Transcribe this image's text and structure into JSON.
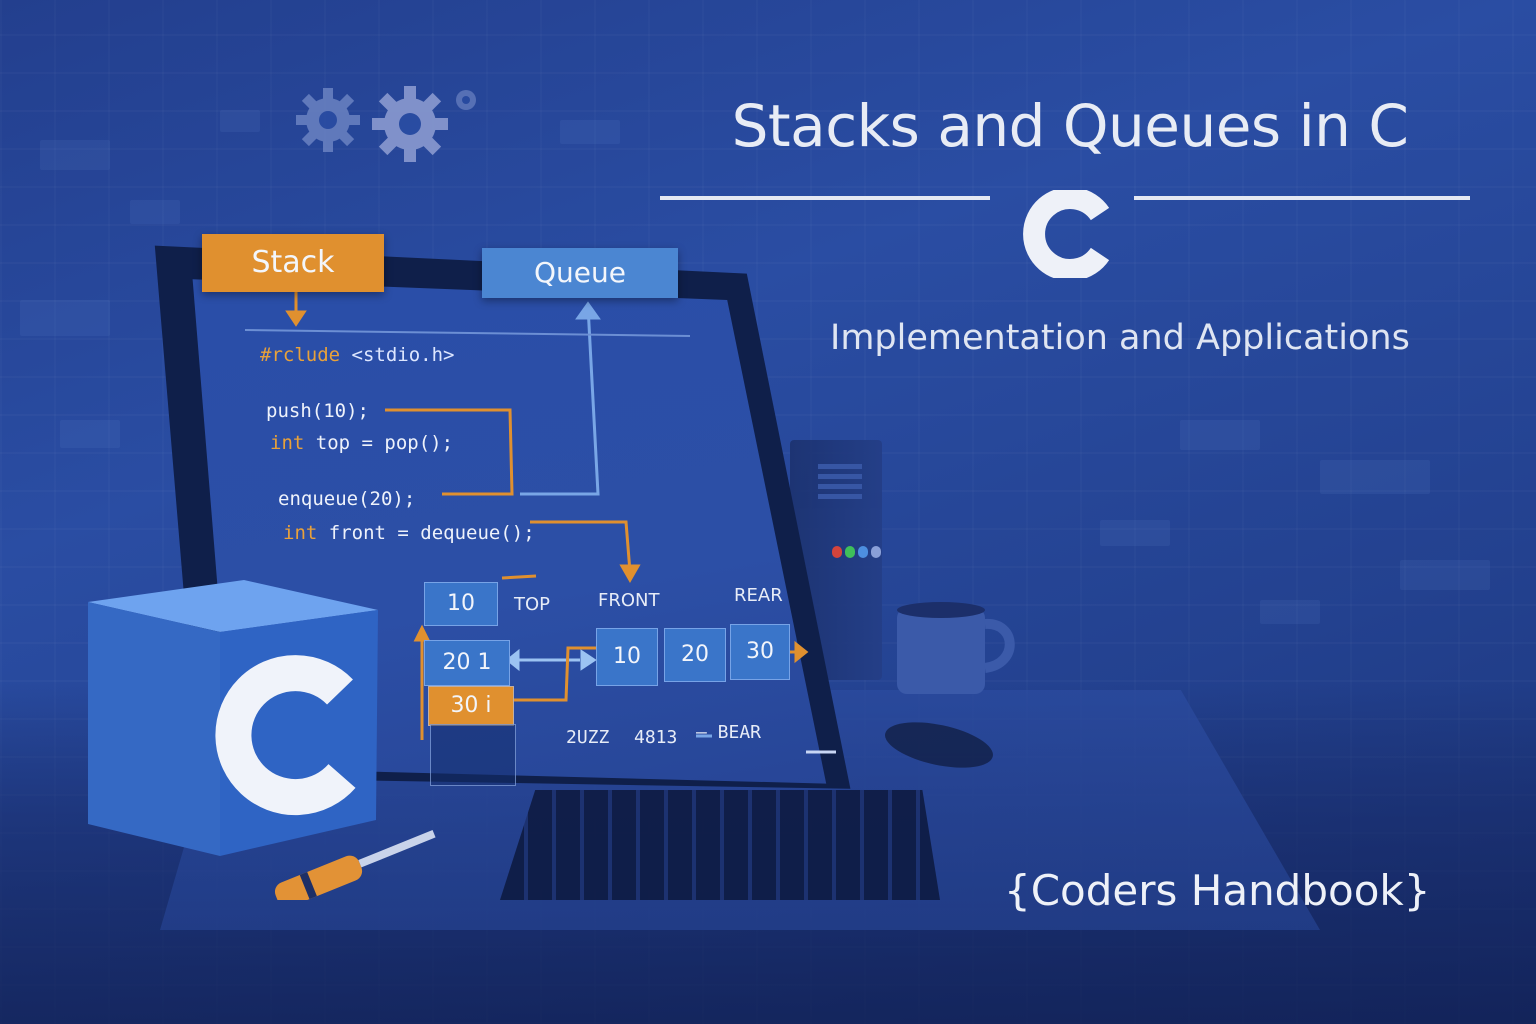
{
  "title": "Stacks and Queues in C",
  "subtitle": "Implementation and Applications",
  "brand": "{Coders Handbook}",
  "center_logo_letter": "C",
  "cube_letter": "C",
  "tags": {
    "stack": "Stack",
    "queue": "Queue"
  },
  "code": {
    "include_directive": "#rclude",
    "include_header": "<stdio.h>",
    "line_push": "push(10);",
    "line_pop_kw": "int",
    "line_pop_rest": " top = pop();",
    "line_enqueue": "enqueue(20);",
    "line_dequeue_kw": "int",
    "line_dequeue_rest": " front = dequeue();"
  },
  "stack_cells": [
    "10",
    "20 1",
    "30 ⅰ"
  ],
  "stack_label": "TOP",
  "queue_labels": {
    "front": "FRONT",
    "rear": "REAR"
  },
  "queue_cells": [
    "10",
    "20",
    "30"
  ],
  "garbled_text": {
    "a": "2UZZ",
    "b": "4813",
    "c": "— BEAR"
  },
  "colors": {
    "background": "#2a4da3",
    "accent_orange": "#e0902f",
    "accent_blue": "#4b86d2",
    "text_light": "#e8ecf5"
  },
  "icons": [
    "gear-icon",
    "c-logo-icon",
    "coffee-mug-icon",
    "screwdriver-icon"
  ]
}
